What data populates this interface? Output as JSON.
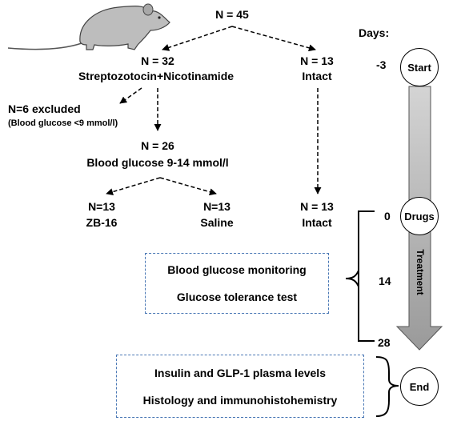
{
  "top": {
    "n": "N = 45"
  },
  "stz_group": {
    "n": "N = 32",
    "label": "Streptozotocin+Nicotinamide"
  },
  "intact_initial": {
    "n": "N = 13",
    "label": "Intact"
  },
  "excluded": {
    "line1": "N=6 excluded",
    "line2": "(Blood glucose <9 mmol/l)"
  },
  "diabetic": {
    "n": "N = 26",
    "label": "Blood glucose 9-14 mmol/l"
  },
  "zb16": {
    "n": "N=13",
    "label": "ZB-16"
  },
  "saline": {
    "n": "N=13",
    "label": "Saline"
  },
  "intact_final": {
    "n": "N = 13",
    "label": "Intact"
  },
  "timeline": {
    "days_label": "Days:",
    "start": {
      "day": "-3",
      "label": "Start"
    },
    "drugs": {
      "day": "0",
      "label": "Drugs"
    },
    "mid": {
      "day": "14"
    },
    "final": {
      "day": "28"
    },
    "end": {
      "label": "End"
    },
    "treatment_label": "Treatment"
  },
  "procedures": {
    "line1": "Blood glucose monitoring",
    "line2": "Glucose tolerance test"
  },
  "endpoints": {
    "line1": "Insulin and GLP-1 plasma levels",
    "line2": "Histology and immunohistohemistry"
  },
  "colors": {
    "box_border": "#4a78b5",
    "arrow_fill_top": "#cfcfcf",
    "arrow_fill_bottom": "#9a9a9a",
    "rat_fill": "#bdbdbd"
  }
}
